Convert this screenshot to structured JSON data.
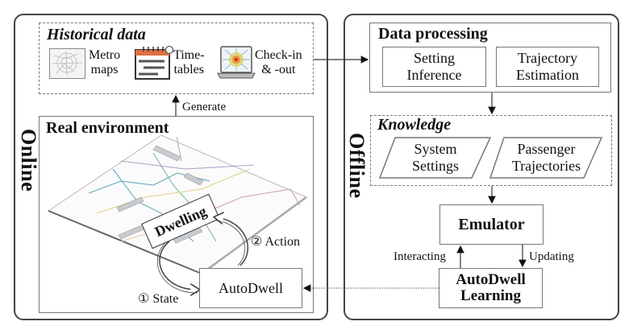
{
  "online": {
    "side_label": "Online",
    "historical_data": {
      "title": "Historical data",
      "items": [
        {
          "icon": "metro-map-icon",
          "label_line1": "Metro",
          "label_line2": "maps"
        },
        {
          "icon": "timetable-icon",
          "label_line1": "Time-",
          "label_line2": "tables"
        },
        {
          "icon": "check-in-laptop-icon",
          "label_line1": "Check-in",
          "label_line2": "& -out"
        }
      ]
    },
    "generate_label": "Generate",
    "real_environment": {
      "title": "Real environment",
      "dwelling_label": "Dwelling",
      "action_label": "② Action",
      "state_label": "① State",
      "autodwell_label": "AutoDwell"
    }
  },
  "offline": {
    "side_label": "Offline",
    "data_processing": {
      "title": "Data processing",
      "boxes": [
        {
          "line1": "Setting",
          "line2": "Inference"
        },
        {
          "line1": "Trajectory",
          "line2": "Estimation"
        }
      ]
    },
    "knowledge": {
      "title": "Knowledge",
      "items": [
        {
          "line1": "System",
          "line2": "Settings"
        },
        {
          "line1": "Passenger",
          "line2": "Trajectories"
        }
      ]
    },
    "emulator_label": "Emulator",
    "interacting_label": "Interacting",
    "updating_label": "Updating",
    "learning": {
      "line1": "AutoDwell",
      "line2": "Learning"
    }
  },
  "colors": {
    "panel_border": "#444444",
    "box_border": "#777777",
    "map_line_blue": "#4a9ab0",
    "map_line_yellow": "#d8c070",
    "map_line_pink": "#c07090",
    "map_line_green": "#70b090"
  }
}
